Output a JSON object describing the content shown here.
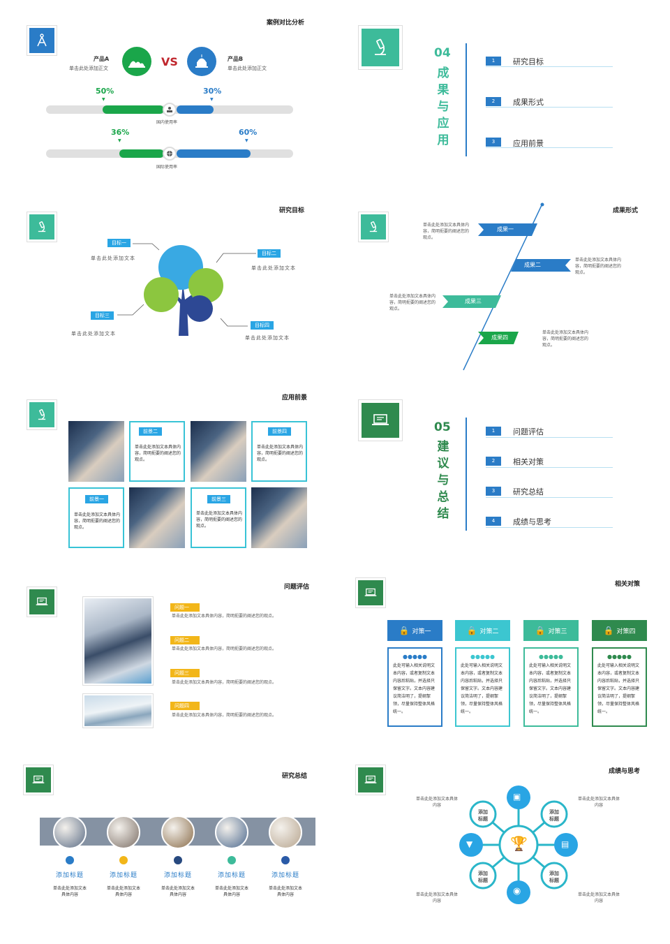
{
  "slide1": {
    "title": "案例对比分析",
    "productA": {
      "name": "产品A",
      "desc": "单击此处添加正文"
    },
    "productB": {
      "name": "产品B",
      "desc": "单击此处添加正文"
    },
    "vs": "VS",
    "rows": [
      {
        "label": "国内使用率",
        "a_pct": "50%",
        "b_pct": "30%",
        "a_value": 50,
        "b_value": 30
      },
      {
        "label": "国际使用率",
        "a_pct": "36%",
        "b_pct": "60%",
        "a_value": 36,
        "b_value": 60
      }
    ],
    "colors": {
      "a": "#1aa64a",
      "b": "#2a7cc7"
    }
  },
  "slide2": {
    "number": "04",
    "chars": [
      "成",
      "果",
      "与",
      "应",
      "用"
    ],
    "items": [
      {
        "num": "1",
        "label": "研究目标"
      },
      {
        "num": "2",
        "label": "成果形式"
      },
      {
        "num": "3",
        "label": "应用前景"
      }
    ],
    "color": "#3dbb9a"
  },
  "slide3": {
    "title": "研究目标",
    "goals": [
      {
        "tag": "目标一",
        "text": "单击此处添加文本"
      },
      {
        "tag": "目标二",
        "text": "单击此处添加文本"
      },
      {
        "tag": "目标三",
        "text": "单击此处添加文本"
      },
      {
        "tag": "目标四",
        "text": "单击此处添加文本"
      }
    ]
  },
  "slide4": {
    "title": "成果形式",
    "results": [
      {
        "label": "成果一",
        "text": "单击此处添加文本具体内容，简明扼要的阐述您的观点。"
      },
      {
        "label": "成果二",
        "text": "单击此处添加文本具体内容，简明扼要的阐述您的观点。"
      },
      {
        "label": "成果三",
        "text": "单击此处添加文本具体内容，简明扼要的阐述您的观点。"
      },
      {
        "label": "成果四",
        "text": "单击此处添加文本具体内容，简明扼要的阐述您的观点。"
      }
    ]
  },
  "slide5": {
    "title": "应用前景",
    "cards": [
      {
        "tag": "前景二",
        "text": "单击此处添加文本具体内容，简明扼要的阐述您的观点。"
      },
      {
        "tag": "前景四",
        "text": "单击此处添加文本具体内容，简明扼要的阐述您的观点。"
      },
      {
        "tag": "前景一",
        "text": "单击此处添加文本具体内容，简明扼要的阐述您的观点。"
      },
      {
        "tag": "前景三",
        "text": "单击此处添加文本具体内容，简明扼要的阐述您的观点。"
      }
    ]
  },
  "slide6": {
    "number": "05",
    "chars": [
      "建",
      "议",
      "与",
      "总",
      "结"
    ],
    "items": [
      {
        "num": "1",
        "label": "问题评估"
      },
      {
        "num": "2",
        "label": "相关对策"
      },
      {
        "num": "3",
        "label": "研究总结"
      },
      {
        "num": "4",
        "label": "成绩与思考"
      }
    ],
    "color": "#2f8a4e"
  },
  "slide7": {
    "title": "问题评估",
    "items": [
      {
        "tag": "问题一",
        "text": "单击此处添加文本具体内容，简明扼要的阐述您的观点。"
      },
      {
        "tag": "问题二",
        "text": "单击此处添加文本具体内容，简明扼要的阐述您的观点。"
      },
      {
        "tag": "问题三",
        "text": "单击此处添加文本具体内容，简明扼要的阐述您的观点。"
      },
      {
        "tag": "问题四",
        "text": "单击此处添加文本具体内容，简明扼要的阐述您的观点。"
      }
    ]
  },
  "slide8": {
    "title": "相关对策",
    "measures": [
      {
        "label": "对策一",
        "color": "#2a7cc7",
        "text": "此处可输入相关说明文本内容，或者复制文本内容后粘贴，并选择只保留文字。文本内容建议简洁明了，提纲挈领，尽量保持整体风格统一。"
      },
      {
        "label": "对策二",
        "color": "#3cc6d0",
        "text": "此处可输入相关说明文本内容，或者复制文本内容后粘贴，并选择只保留文字。文本内容建议简洁明了，提纲挈领，尽量保持整体风格统一。"
      },
      {
        "label": "对策三",
        "color": "#3dbb9a",
        "text": "此处可输入相关说明文本内容，或者复制文本内容后粘贴，并选择只保留文字。文本内容建议简洁明了，提纲挈领，尽量保持整体风格统一。"
      },
      {
        "label": "对策四",
        "color": "#2f8a4e",
        "text": "此处可输入相关说明文本内容，或者复制文本内容后粘贴，并选择只保留文字。文本内容建议简洁明了，提纲挈领，尽量保持整体风格统一。"
      }
    ]
  },
  "slide9": {
    "title": "研究总结",
    "items": [
      {
        "title": "添加标题",
        "text": "单击此处添加文本具体内容",
        "color": "#2a7cc7"
      },
      {
        "title": "添加标题",
        "text": "单击此处添加文本具体内容",
        "color": "#f2b619"
      },
      {
        "title": "添加标题",
        "text": "单击此处添加文本具体内容",
        "color": "#27497f"
      },
      {
        "title": "添加标题",
        "text": "单击此处添加文本具体内容",
        "color": "#3dbb9a"
      },
      {
        "title": "添加标题",
        "text": "单击此处添加文本具体内容",
        "color": "#2a5aa7"
      }
    ]
  },
  "slide10": {
    "title": "成绩与思考",
    "notes": [
      "单击此处添加文本具体内容",
      "单击此处添加文本具体内容",
      "单击此处添加文本具体内容",
      "单击此处添加文本具体内容"
    ],
    "node_labels": [
      "添加标题",
      "添加标题",
      "添加标题",
      "添加标题"
    ]
  }
}
